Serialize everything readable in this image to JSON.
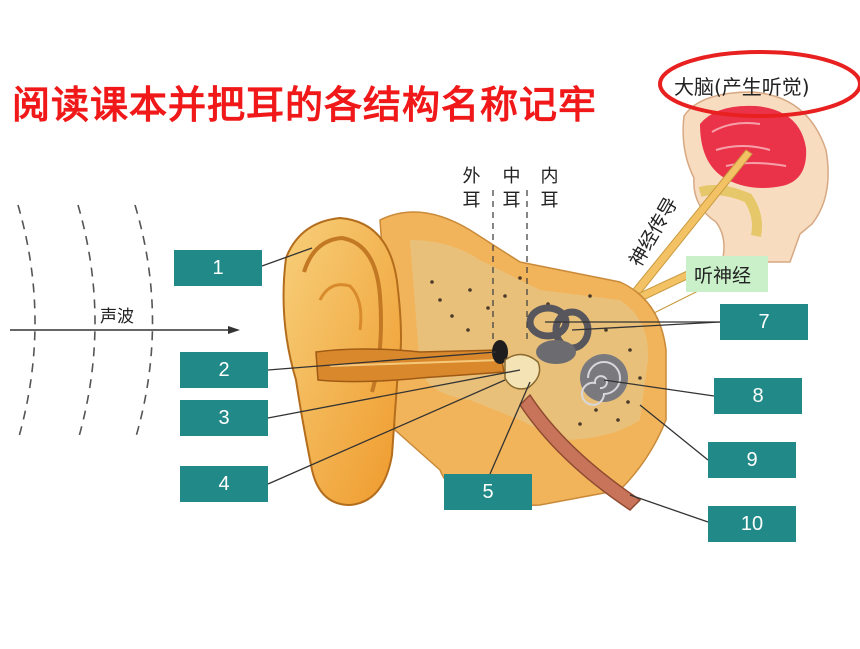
{
  "title": "阅读课本并把耳的各结构名称记牢",
  "annotations": {
    "brain": "大脑(产生听觉)",
    "auditory_nerve": "听神经",
    "nerve_conduction": "神经传导",
    "sound_wave": "声波",
    "outer_ear": "外耳",
    "middle_ear": "中耳",
    "inner_ear": "内耳"
  },
  "labels": [
    "1",
    "2",
    "3",
    "4",
    "5",
    "7",
    "8",
    "9",
    "10"
  ],
  "colors": {
    "title": "#f01818",
    "label_box": "#218a88",
    "highlight_ellipse": "#e82020",
    "ear_flesh": "#f3a93a",
    "cochlea": "#6c6c70"
  }
}
